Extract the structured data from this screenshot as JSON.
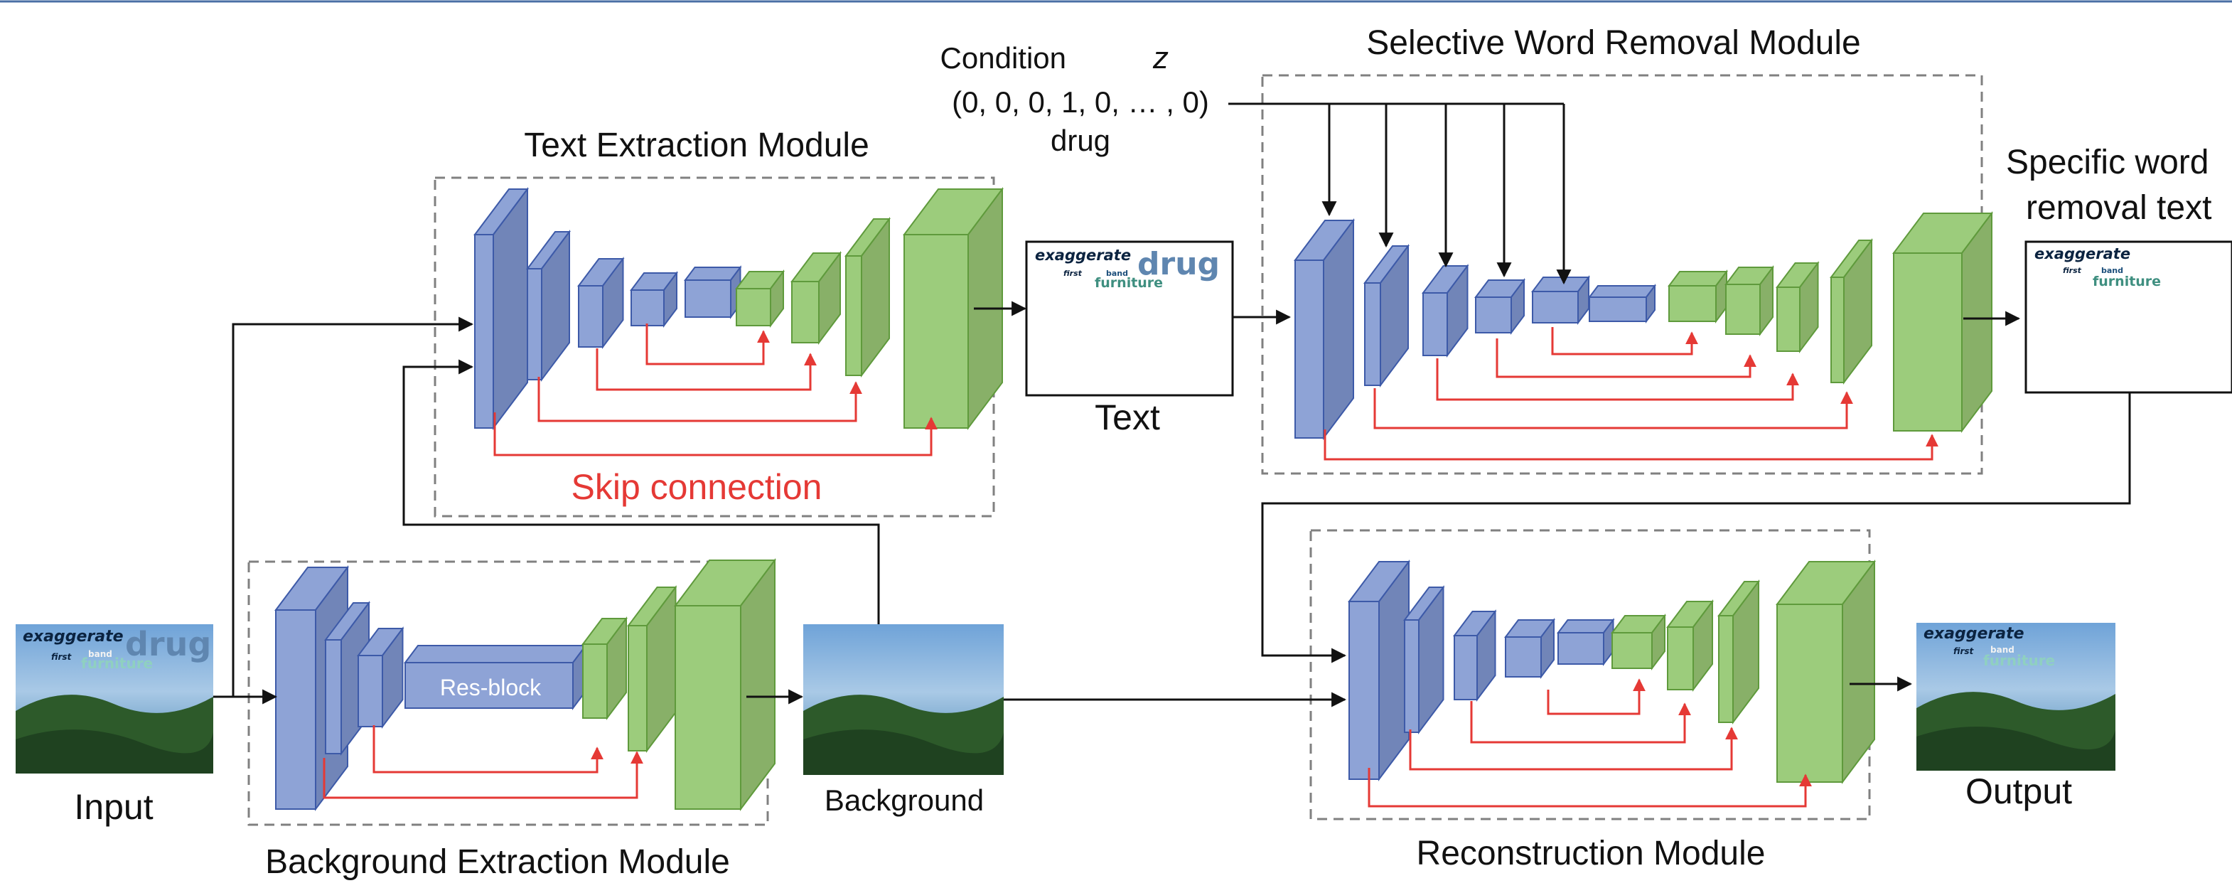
{
  "modules": {
    "text_extraction": "Text Extraction Module",
    "background_extraction": "Background Extraction Module",
    "selective_word_removal": "Selective Word Removal Module",
    "reconstruction": "Reconstruction Module"
  },
  "condition": {
    "title": "Condition",
    "symbol": "z",
    "vector": "(0, 0, 0, 1, 0, … , 0)",
    "word": "drug"
  },
  "labels": {
    "input": "Input",
    "text": "Text",
    "background": "Background",
    "output": "Output",
    "specific_line1": "Specific word",
    "specific_line2": "removal text",
    "skip_connection": "Skip connection",
    "res_block": "Res-block"
  },
  "scene_words": {
    "w1": "exaggerate",
    "w2": "drug",
    "w3": "first",
    "w4": "band",
    "w5": "furniture"
  },
  "colors": {
    "encoder_fill": "#8ea3d6",
    "encoder_dark": "#7185b8",
    "encoder_stroke": "#3d5aa8",
    "decoder_fill": "#9ccc7c",
    "decoder_dark": "#88b068",
    "decoder_stroke": "#5f9a3c",
    "skip": "#e53935",
    "arrow": "#111111",
    "dash": "#808080",
    "top_rule": "#4a6fa5"
  }
}
